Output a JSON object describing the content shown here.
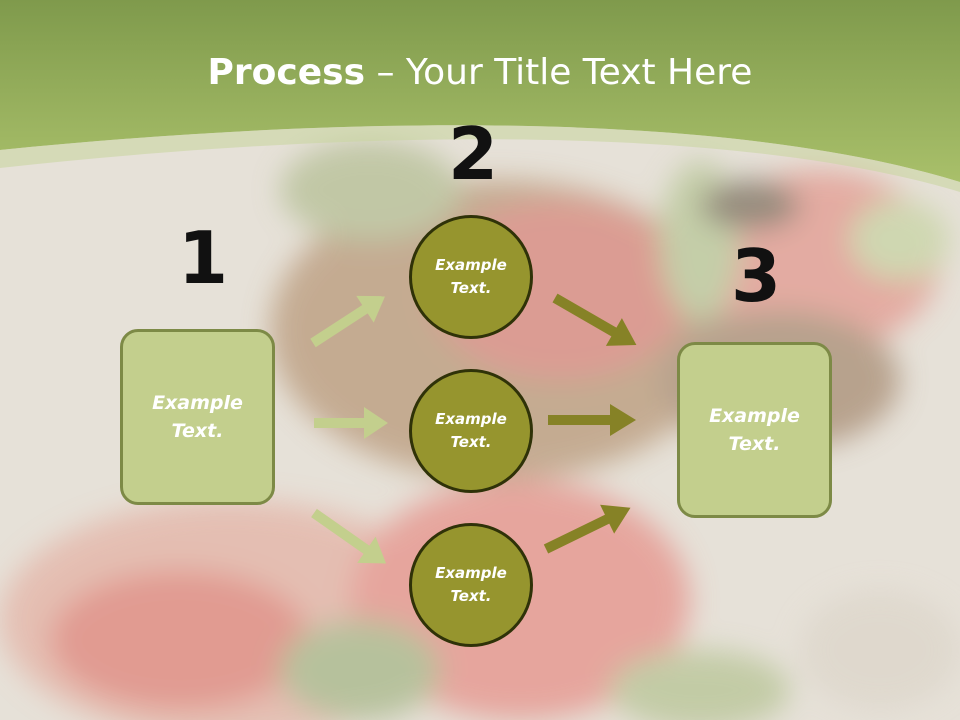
{
  "title": {
    "bold": "Process",
    "rest": " – Your Title Text Here"
  },
  "steps": {
    "n1": "1",
    "n2": "2",
    "n3": "3"
  },
  "box_left": "Example Text.",
  "box_right": "Example Text.",
  "circles": [
    "Example Text.",
    "Example Text.",
    "Example Text."
  ],
  "colors": {
    "header_green": "#9fb865",
    "box_fill": "#c3cf8d",
    "circle_fill": "#96952e",
    "arrow_light": "#c3cf8d",
    "arrow_dark": "#868226"
  }
}
